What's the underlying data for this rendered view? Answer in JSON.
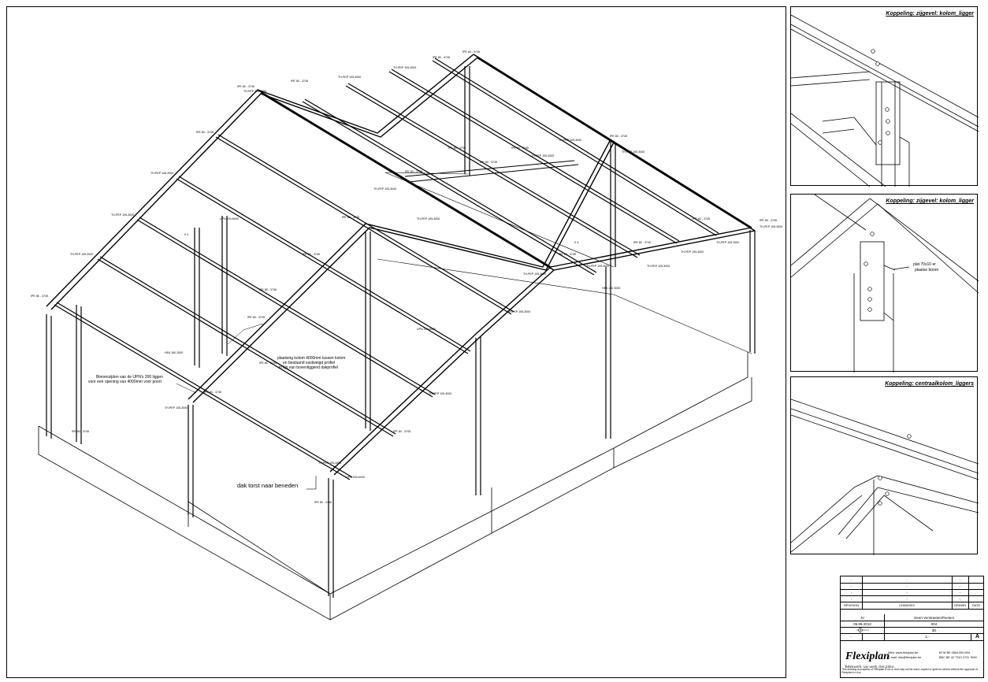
{
  "detail_titles": {
    "d1": "Koppeling: zijgevel: kolom_ligger",
    "d2": "Koppeling: zijgevel: kolom_ligger",
    "d3": "Koppeling: centraalkolom_liggers"
  },
  "detail_notes": {
    "plate_1": "plat 70x10 er",
    "plate_2": "plaatse boren"
  },
  "notes": {
    "gap_1": "Binnenzijden van de UPN's 200 liggen",
    "gap_2": "voor een opening van 4000mm voor poort",
    "place_1": "plaatsing kolom 4000mm tussen kolom",
    "place_2": "en bestaand vastweigd profiel",
    "place_3": "in lijn van bovenliggend dakprofiel",
    "ridge": "dak torst naar beneden"
  },
  "tags": {
    "t_he": "IPE 80 - 3745",
    "t_up": "TH-PEP 105-3000",
    "t_upn": "UPN 200-6000",
    "t_hea": "HEA 160-3000",
    "t_k": "K 4"
  },
  "title_block": {
    "revision_label": "REVISION",
    "changes_label": "CHANGES",
    "drawn_label": "DRAWN",
    "date_label": "DATE",
    "dash": "-",
    "drawn_by": "JV",
    "client": "Geert Verstraeten/Peeters",
    "date": "06-05-2013",
    "drawing_no": "004",
    "view": "3D",
    "scale": "1:-",
    "rev": "A",
    "logo": "Flexiplan",
    "slogan": "Tekenwerk: uw werk, tres pièce.",
    "web": "Web:  www.flexiplan.be",
    "email": "E-mail:  info@flexiplan.be",
    "btw": "BTW  BE 0894.050.594",
    "bank": "BBC  BE 42 7310 2731 7694",
    "footnote": "This drawing is property of Flexiplan b.v.b.a. and may not be used, copied or given to others without the approval of Flexiplan b.v.b.a."
  }
}
